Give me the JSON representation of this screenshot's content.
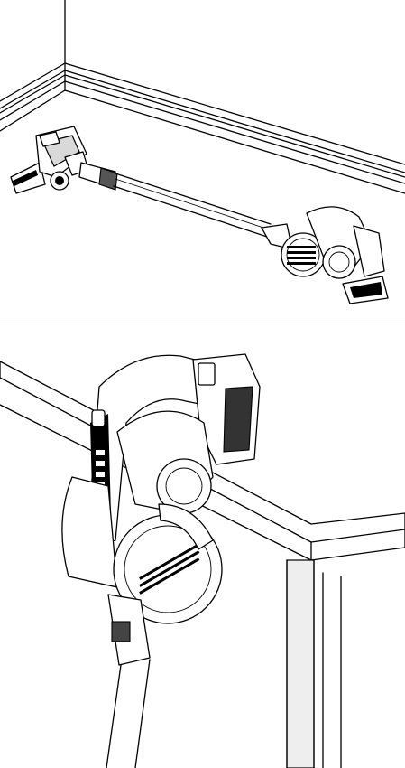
{
  "figures": [
    {
      "id": "top",
      "subject": "stick-vacuum-on-floor"
    },
    {
      "id": "bottom",
      "subject": "handheld-vacuum-hung-on-table-edge"
    }
  ],
  "colors": {
    "line": "#000000",
    "background": "#ffffff",
    "shade": "#d9d9d9"
  }
}
